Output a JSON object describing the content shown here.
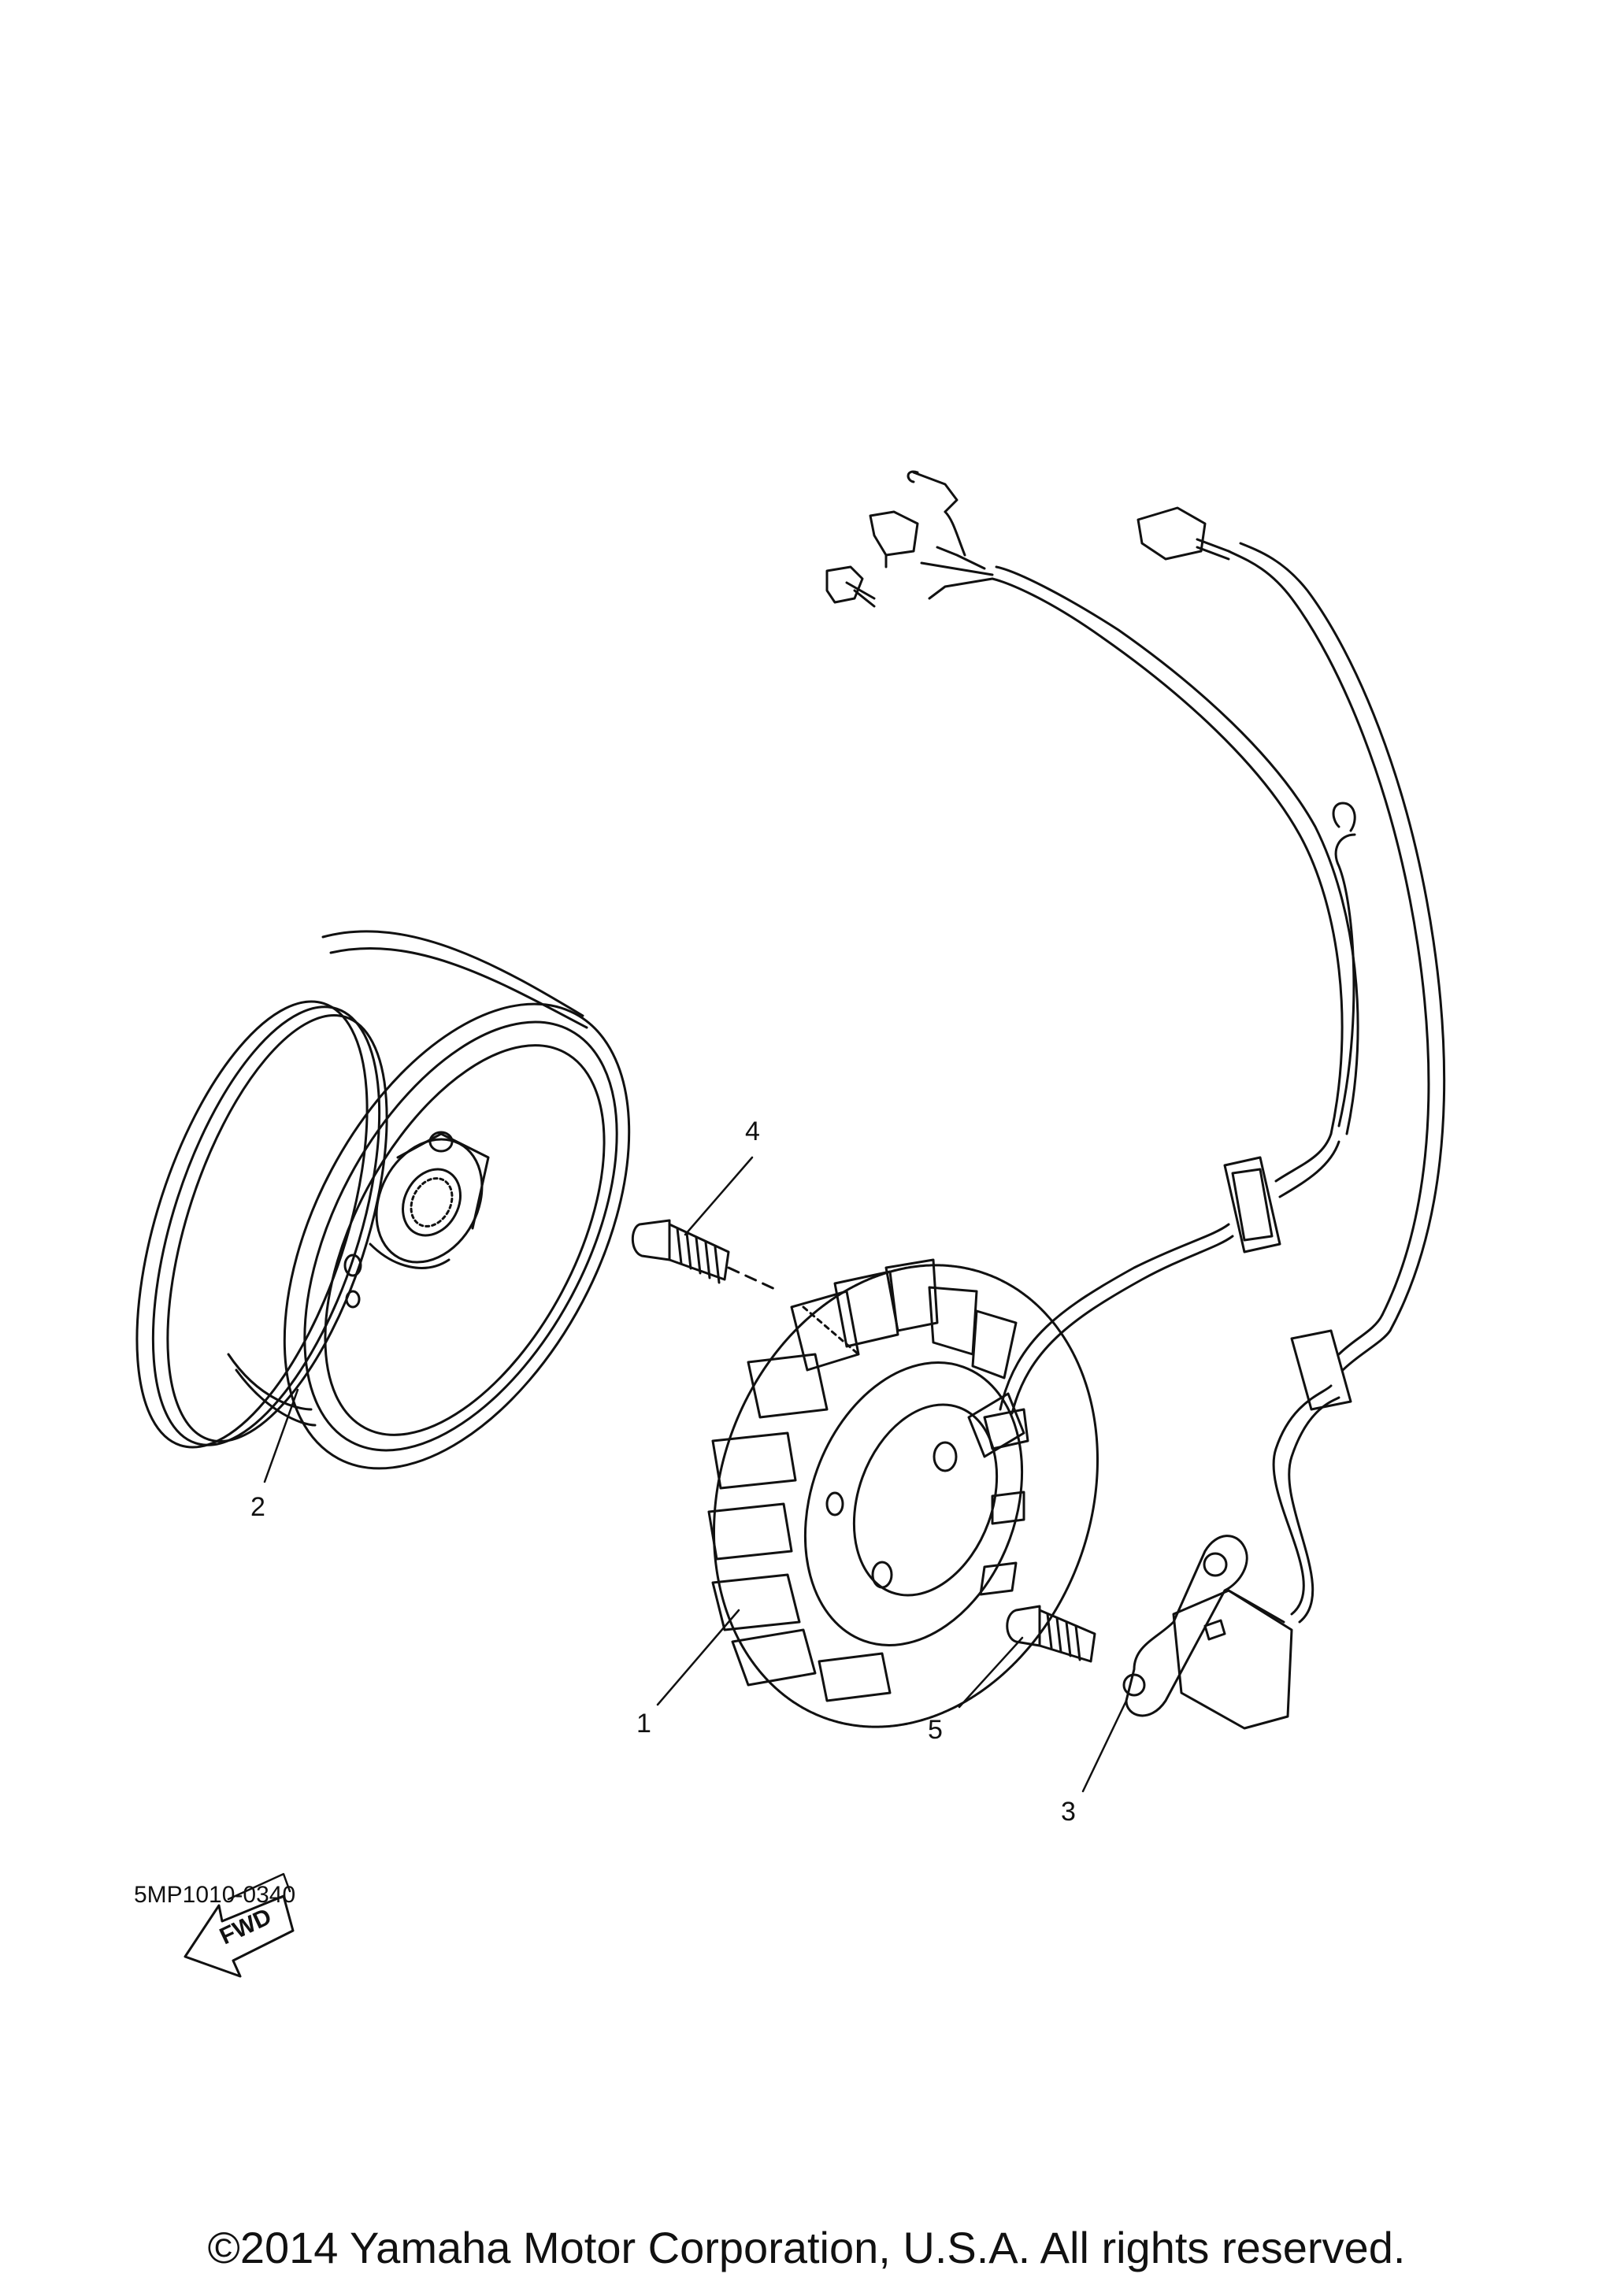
{
  "diagram": {
    "callouts": [
      {
        "id": "1",
        "text": "1"
      },
      {
        "id": "2",
        "text": "2"
      },
      {
        "id": "3",
        "text": "3"
      },
      {
        "id": "4",
        "text": "4"
      },
      {
        "id": "5",
        "text": "5"
      }
    ],
    "fwd_label": "FWD",
    "code": "5MP1010-0340"
  },
  "copyright": "©2014 Yamaha Motor Corporation, U.S.A. All rights reserved.",
  "colors": {
    "line": "#111111",
    "background": "#ffffff"
  }
}
